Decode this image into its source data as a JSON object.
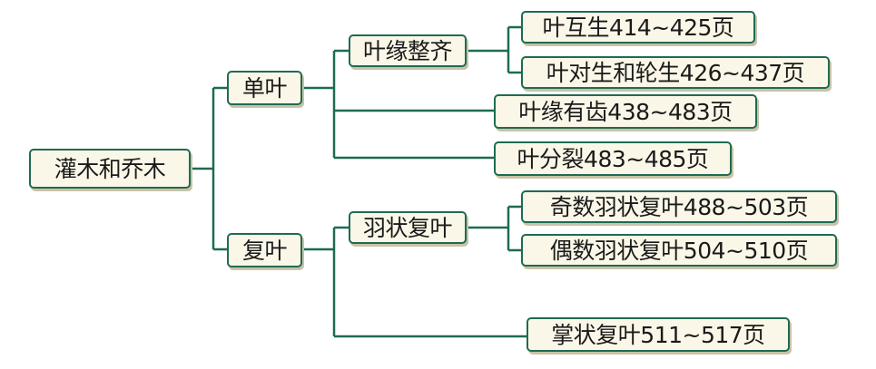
{
  "diagram": {
    "root": "灌木和乔木",
    "single_leaf": {
      "label": "单叶",
      "entire_margin": {
        "label": "叶缘整齐",
        "alternate": "叶互生414~425页",
        "opposite_whorled": "叶对生和轮生426~437页"
      },
      "toothed_margin": "叶缘有齿438~483页",
      "lobed": "叶分裂483~485页"
    },
    "compound_leaf": {
      "label": "复叶",
      "pinnate": {
        "label": "羽状复叶",
        "odd": "奇数羽状复叶488~503页",
        "even": "偶数羽状复叶504~510页"
      },
      "palmate": "掌状复叶511~517页"
    }
  },
  "colors": {
    "line": "#1e6b52",
    "box_fill": "#fbf7e8",
    "shadow": "#c9c2a6"
  }
}
